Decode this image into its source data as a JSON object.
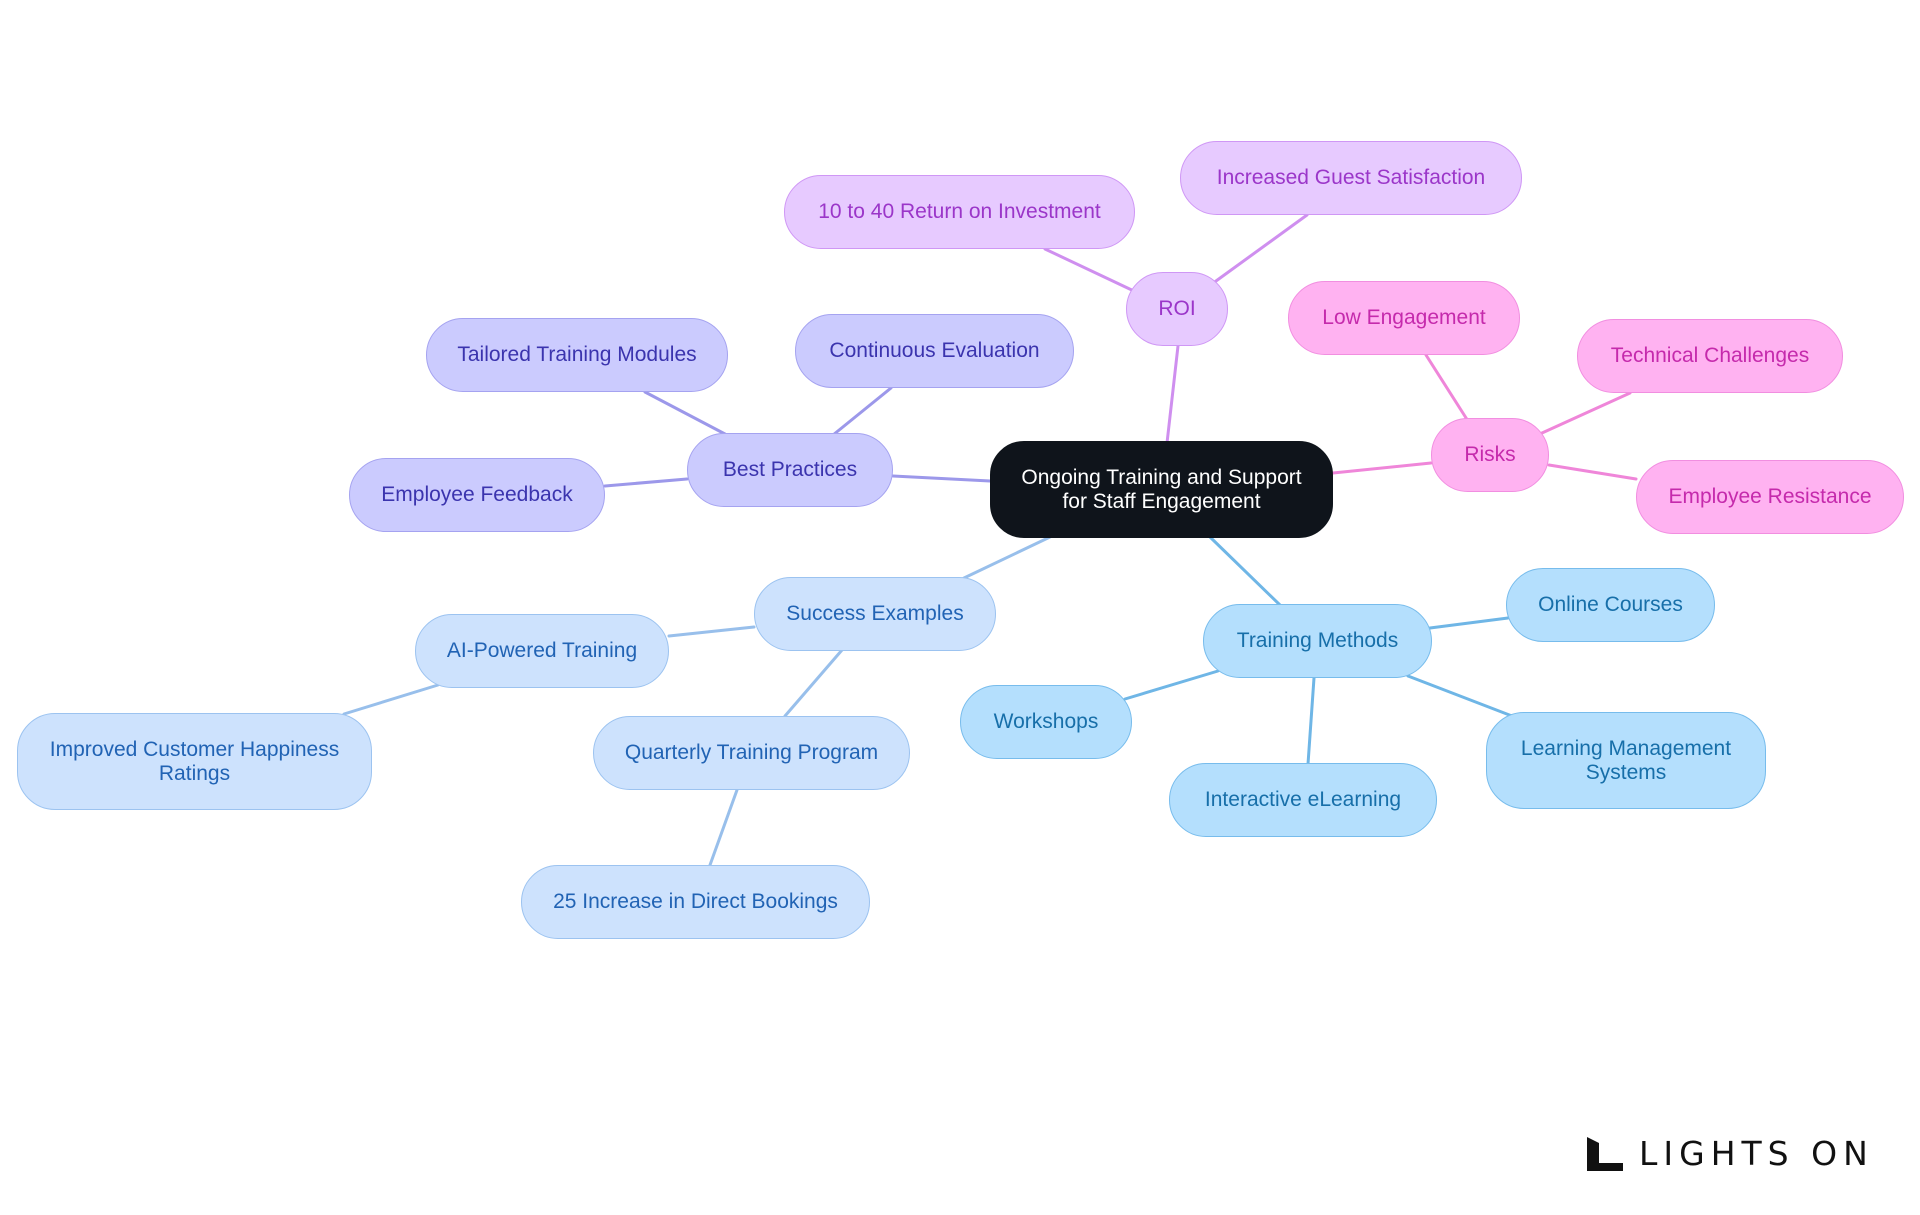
{
  "diagram": {
    "root": {
      "label": "Ongoing Training and Support for Staff Engagement"
    },
    "branches": {
      "roi": {
        "label": "ROI",
        "children": [
          "10 to 40 Return on Investment",
          "Increased Guest Satisfaction"
        ]
      },
      "best_practices": {
        "label": "Best Practices",
        "children": [
          "Tailored Training Modules",
          "Continuous Evaluation",
          "Employee Feedback"
        ]
      },
      "risks": {
        "label": "Risks",
        "children": [
          "Low Engagement",
          "Technical Challenges",
          "Employee Resistance"
        ]
      },
      "success_examples": {
        "label": "Success Examples",
        "children": [
          "AI-Powered Training",
          "Quarterly Training Program"
        ],
        "grandchildren": [
          "Improved Customer Happiness Ratings",
          "25 Increase in Direct Bookings"
        ]
      },
      "training_methods": {
        "label": "Training Methods",
        "children": [
          "Online Courses",
          "Workshops",
          "Interactive eLearning",
          "Learning Management Systems"
        ]
      }
    },
    "colors": {
      "root": "#0f141b",
      "roi": "#e7caff",
      "best_practices": "#cbcbfe",
      "risks": "#ffb2f1",
      "success_examples": "#cde2fd",
      "training_methods": "#b4dffd"
    }
  },
  "logo": {
    "text": "LIGHTS ON",
    "icon": "lights-on-logo-icon"
  }
}
